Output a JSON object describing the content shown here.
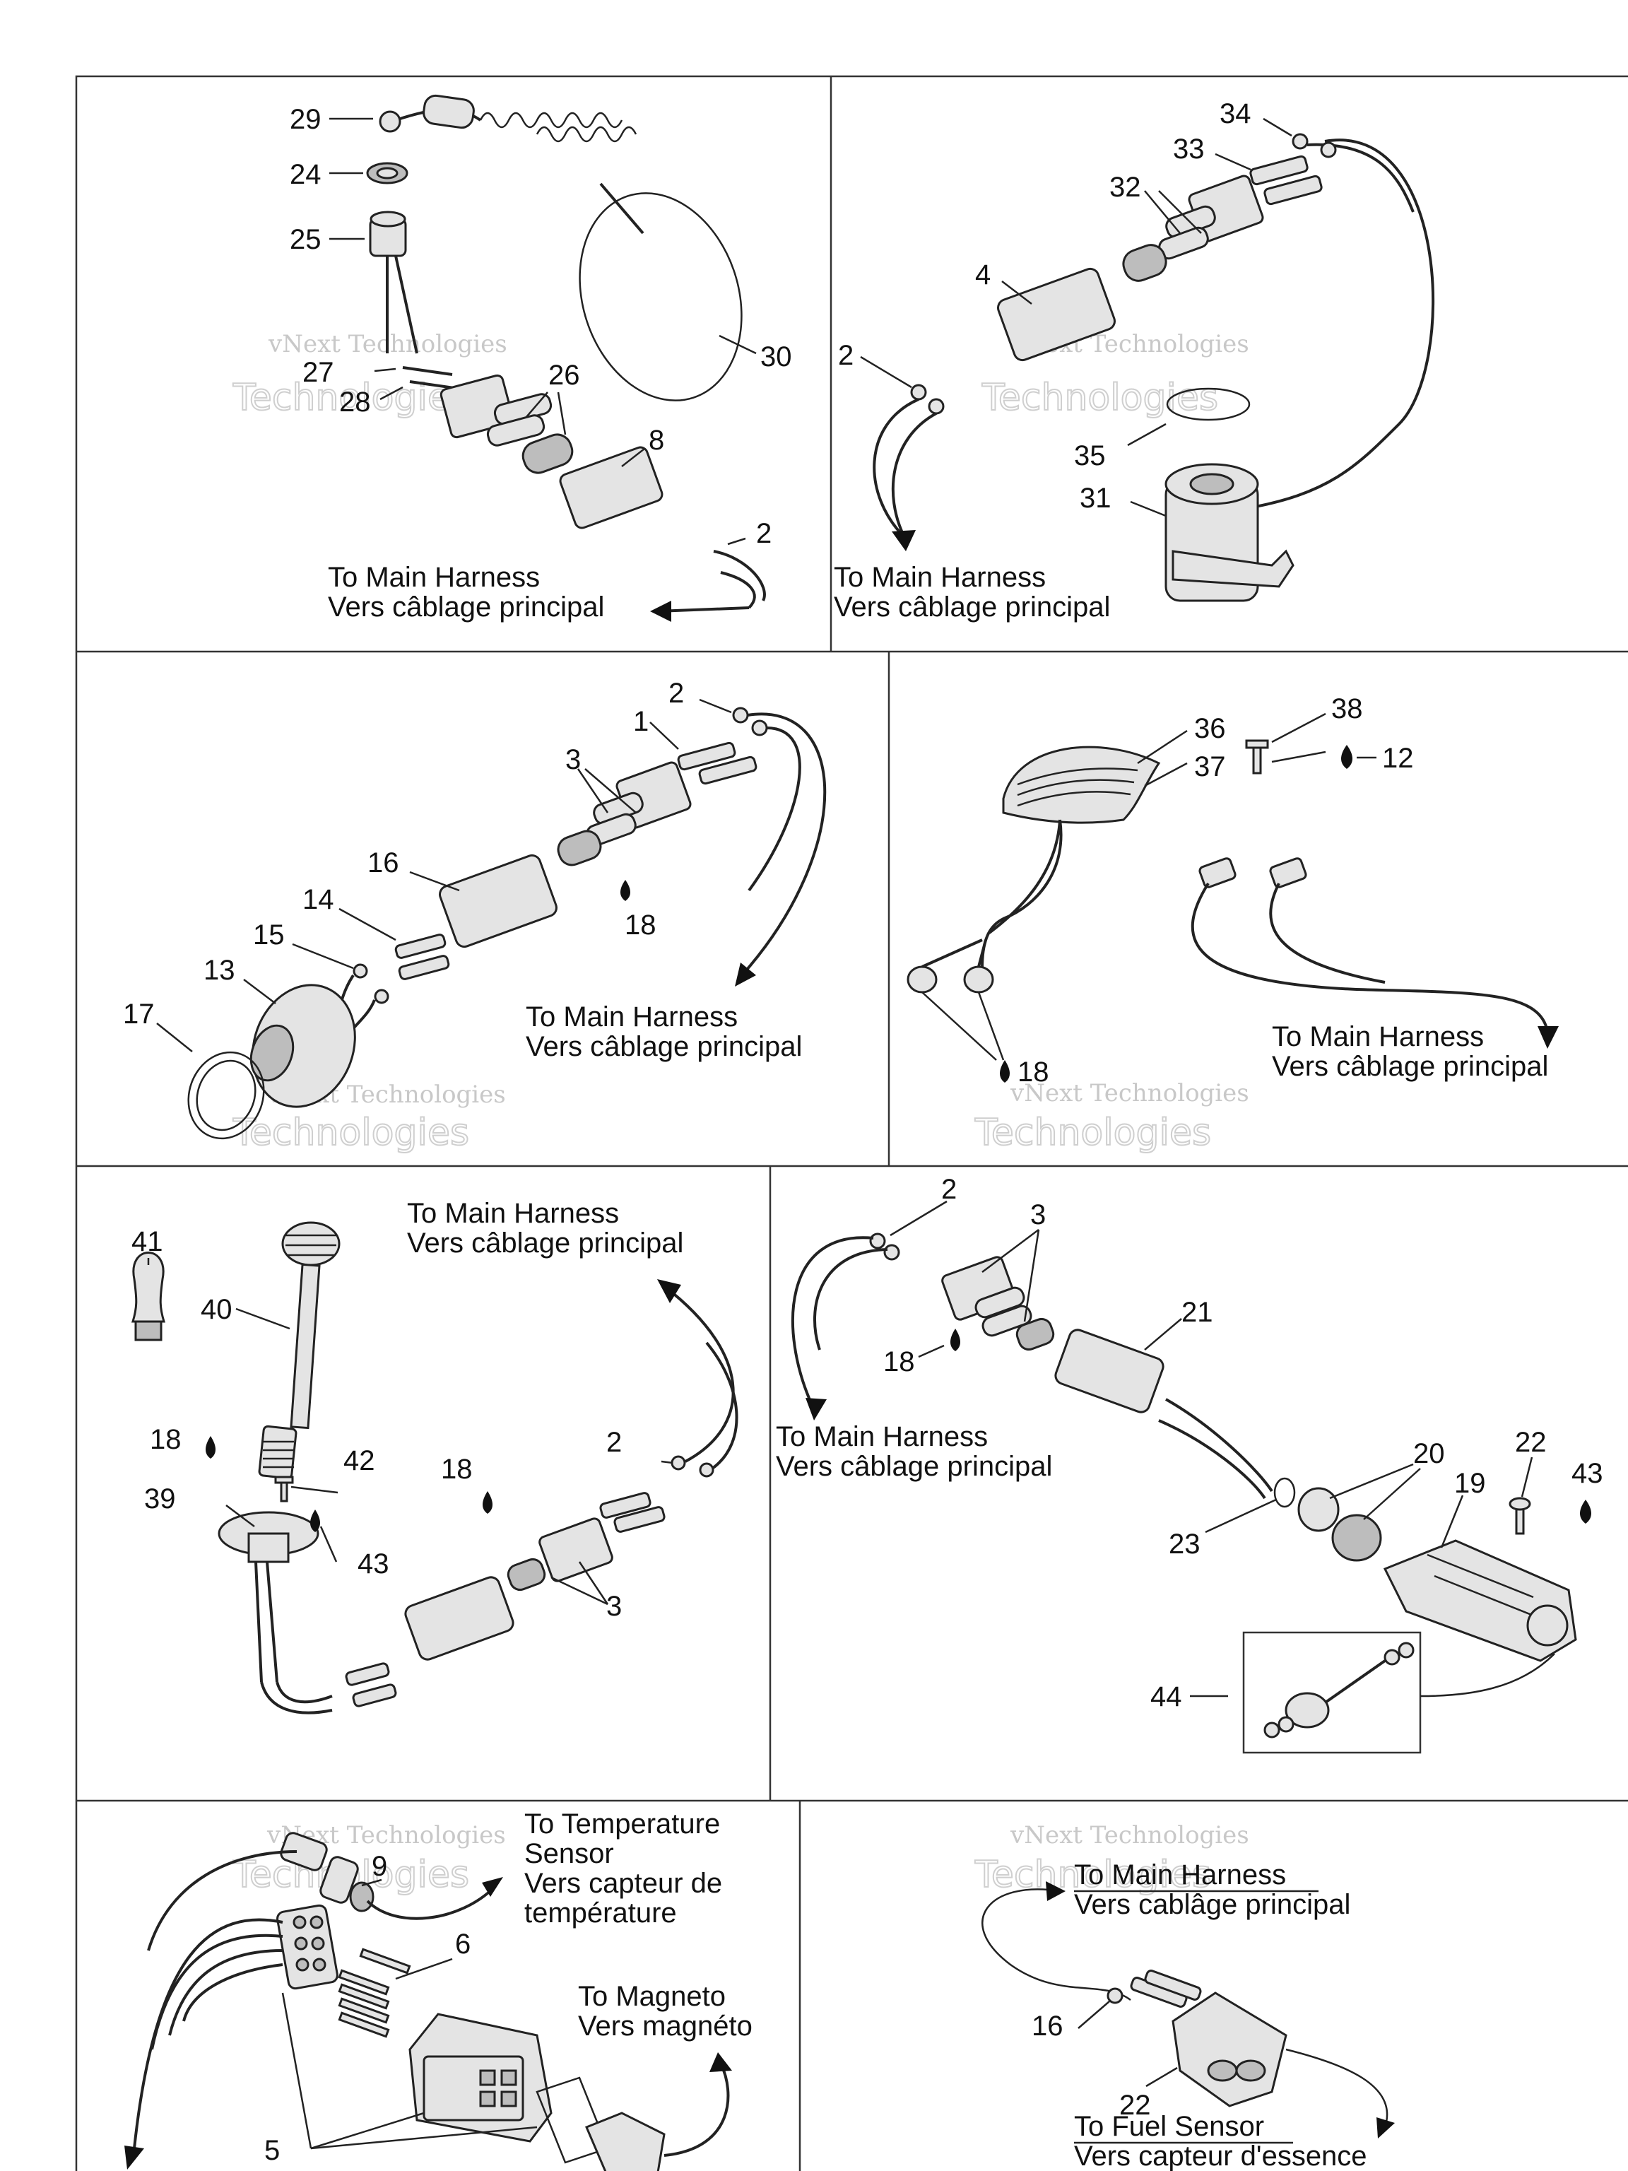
{
  "watermark": {
    "line1": "vNext Technologies",
    "line2": "Technologies"
  },
  "captions": {
    "main_en": "To Main Harness",
    "main_fr": "Vers câblage principal",
    "main_fr_alt": "Vers cablâge principal",
    "temp_en1": "To Temperature",
    "temp_en2": "Sensor",
    "temp_fr1": "Vers capteur de",
    "temp_fr2": "température",
    "magneto_en": "To Magneto",
    "magneto_fr": "Vers magnéto",
    "fuel_en": "To Fuel Sensor",
    "fuel_fr": "Vers capteur d'essence"
  },
  "labels": {
    "p1": [
      "29",
      "24",
      "25",
      "27",
      "28",
      "26",
      "8",
      "2",
      "30"
    ],
    "p2": [
      "34",
      "33",
      "32",
      "4",
      "2",
      "35",
      "31"
    ],
    "p3": [
      "2",
      "1",
      "3",
      "16",
      "14",
      "15",
      "13",
      "17",
      "18"
    ],
    "p4": [
      "38",
      "36",
      "37",
      "12",
      "18"
    ],
    "p5": [
      "41",
      "40",
      "18",
      "39",
      "42",
      "43",
      "18",
      "2",
      "3"
    ],
    "p6": [
      "2",
      "3",
      "21",
      "18",
      "20",
      "22",
      "43",
      "19",
      "23",
      "44"
    ],
    "p7": [
      "9",
      "6",
      "5"
    ],
    "p8": [
      "16",
      "22"
    ]
  }
}
